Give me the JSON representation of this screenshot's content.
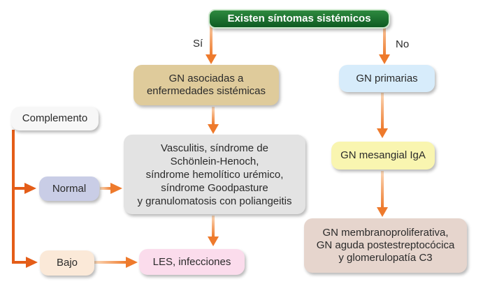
{
  "nodes": {
    "top": "Existen síntomas sistémicos",
    "yes_label": "Sí",
    "no_label": "No",
    "gn_systemic": "GN asociadas a\nenfermedades sistémicas",
    "gn_primary": "GN primarias",
    "complement": "Complemento",
    "vasculitis": "Vasculitis, síndrome de\nSchönlein-Henoch,\nsíndrome hemolítico urémico,\nsíndrome Goodpasture\ny granulomatosis con poliangeitis",
    "gn_iga": "GN mesangial IgA",
    "normal": "Normal",
    "membrano": "GN membranoproliferativa,\nGN aguda postestreptocócica\ny glomerulopatía C3",
    "low": "Bajo",
    "les": "LES, infecciones"
  },
  "colors": {
    "top": "#1a6b2e",
    "gn_systemic": "#dfcb9b",
    "gn_primary": "#d7ecfb",
    "complement": "#f7f7f7",
    "vasculitis": "#e3e3e3",
    "gn_iga": "#f9f5b0",
    "normal": "#c9cde6",
    "membrano": "#e6d5cd",
    "low": "#fbe9d8",
    "les": "#fbdcec",
    "arrow": "#ee7a2c"
  }
}
